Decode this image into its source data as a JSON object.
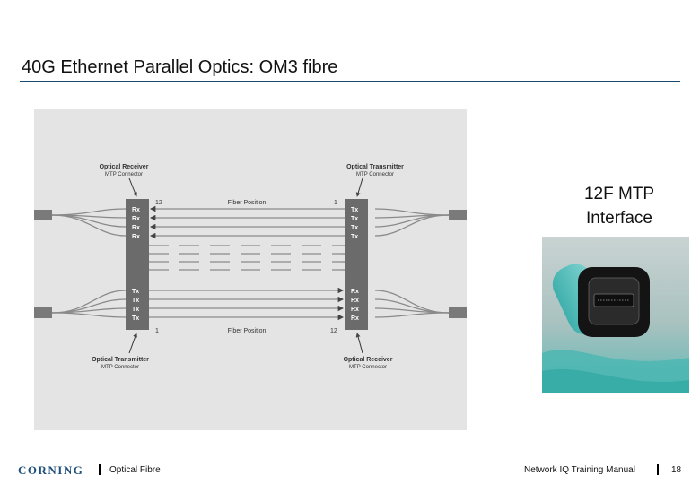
{
  "slide": {
    "title": "40G Ethernet Parallel Optics: OM3 fibre",
    "side_title_line1": "12F MTP",
    "side_title_line2": "Interface"
  },
  "diagram": {
    "top_left_label": "Optical Receiver",
    "top_left_sub": "MTP Connector",
    "top_right_label": "Optical Transmitter",
    "top_right_sub": "MTP Connector",
    "bottom_left_label": "Optical Transmitter",
    "bottom_left_sub": "MTP Connector",
    "bottom_right_label": "Optical Receiver",
    "bottom_right_sub": "MTP Connector",
    "top_pos_left": "12",
    "top_pos_right": "1",
    "top_pos_label": "Fiber Position",
    "bottom_pos_left": "1",
    "bottom_pos_right": "12",
    "bottom_pos_label": "Fiber Position",
    "left_top_ports": [
      "Rx",
      "Rx",
      "Rx",
      "Rx"
    ],
    "right_top_ports": [
      "Tx",
      "Tx",
      "Tx",
      "Tx"
    ],
    "left_bottom_ports": [
      "Tx",
      "Tx",
      "Tx",
      "Tx"
    ],
    "right_bottom_ports": [
      "Rx",
      "Rx",
      "Rx",
      "Rx"
    ]
  },
  "footer": {
    "logo": "CORNING",
    "left_text": "Optical Fibre",
    "right_text": "Network IQ Training Manual",
    "page_number": "18"
  },
  "colors": {
    "title_rule": "#1c4a6e",
    "logo": "#1e4f7a",
    "connector": "#6b6b6b",
    "fiber": "#8a8a8a"
  }
}
